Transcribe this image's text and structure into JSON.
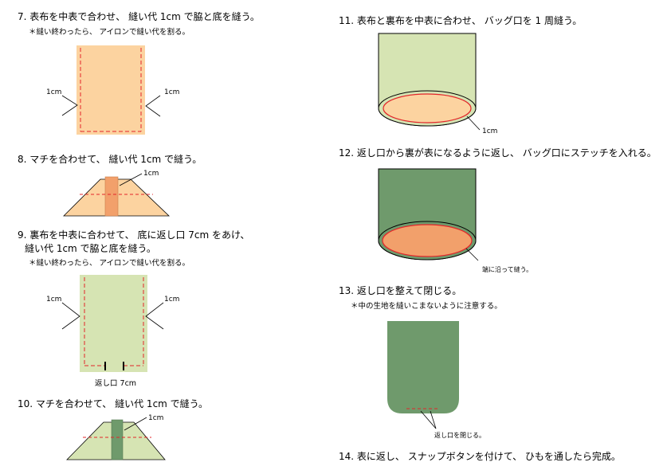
{
  "steps": {
    "s7": {
      "title": "7. 表布を中表で合わせ、 縫い代 1cm で脇と底を縫う。",
      "note": "＊縫い終わったら、 アイロンで縫い代を割る。",
      "label_left": "1cm",
      "label_right": "1cm"
    },
    "s8": {
      "title": "8. マチを合わせて、 縫い代 1cm で縫う。",
      "label": "1cm"
    },
    "s9": {
      "title_line1": "9. 裏布を中表に合わせて、 底に返し口 7cm をあけ、",
      "title_line2": "縫い代 1cm で脇と底を縫う。",
      "note": "＊縫い終わったら、 アイロンで縫い代を割る。",
      "label_left": "1cm",
      "label_right": "1cm",
      "opening_label": "返し口 7cm"
    },
    "s10": {
      "title": "10. マチを合わせて、 縫い代 1cm で縫う。",
      "label": "1cm"
    },
    "s11": {
      "title": "11. 表布と裏布を中表に合わせ、 バッグ口を 1 周縫う。",
      "label": "1cm"
    },
    "s12": {
      "title": "12. 返し口から裏が表になるように返し、 バッグ口にステッチを入れる。",
      "label": "端に沿って縫う。"
    },
    "s13": {
      "title": "13. 返し口を整えて閉じる。",
      "note": "＊中の生地を縫いこまないように注意する。",
      "label": "返し口を閉じる。"
    },
    "s14": {
      "title": "14. 表に返し、 スナップボタンを付けて、 ひもを通したら完成。"
    }
  },
  "colors": {
    "outer_fabric": "#fcd3a0",
    "lining_fabric": "#d6e4b3",
    "dark_green": "#6f9a6c",
    "salmon": "#f2a06b",
    "stitch_red": "#e3262a",
    "outline": "#000000"
  }
}
